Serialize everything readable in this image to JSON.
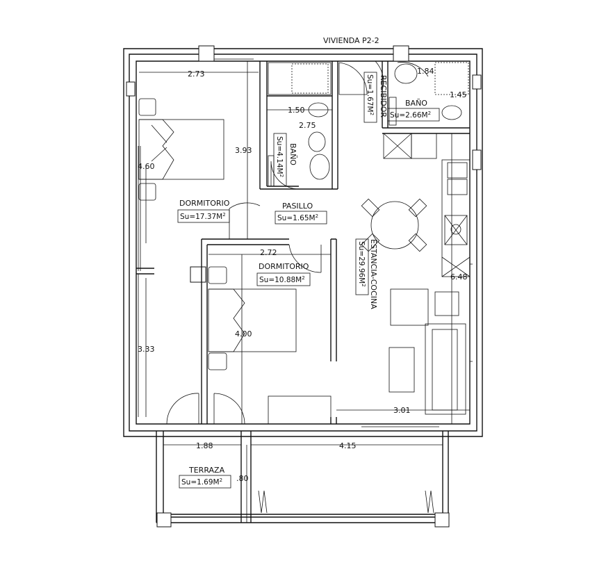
{
  "title": "VIVIENDA P2-2",
  "rooms": {
    "dormitorio1": {
      "name": "DORMITORIO",
      "area": "Su=17.37M",
      "exp": "2"
    },
    "dormitorio2": {
      "name": "DORMITORIO",
      "area": "Su=10.88M",
      "exp": "2"
    },
    "pasillo": {
      "name": "PASILLO",
      "area": "Su=1.65M",
      "exp": "2"
    },
    "bano1": {
      "name": "BAÑO",
      "area": "Su=4.14M",
      "exp": "2"
    },
    "bano2": {
      "name": "BAÑO",
      "area": "Su=2.66M",
      "exp": "2"
    },
    "recibidor": {
      "name": "RECIBIDOR",
      "area": "Su=1.67M",
      "exp": "2"
    },
    "estancia": {
      "name": "ESTANCIA-COCINA",
      "area": "Su=29.96M",
      "exp": "2"
    },
    "terraza": {
      "name": "TERRAZA",
      "area": "Su=1.69M",
      "exp": "2"
    }
  },
  "dimensions": {
    "d273": "2.73",
    "d393": "3.93",
    "d460": "4.60",
    "d150": "1.50",
    "d275": "2.75",
    "d272": "2.72",
    "d400": "4.00",
    "d333": "3.33",
    "d301": "3.01",
    "d648": "6.48",
    "d184": "1.84",
    "d145": "1.45",
    "d188": "1.88",
    "d415": "4.15",
    "d180": ".80"
  }
}
